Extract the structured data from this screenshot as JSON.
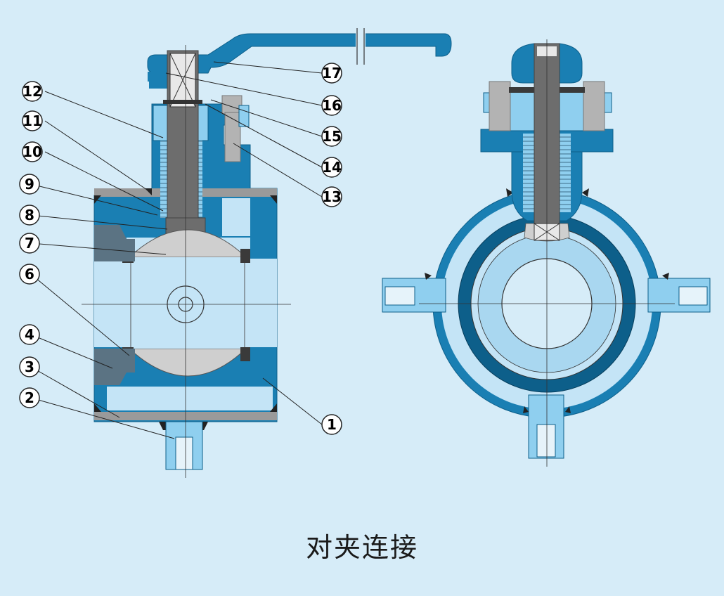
{
  "caption": "对夹连接",
  "part_labels": [
    "1",
    "2",
    "3",
    "4",
    "6",
    "7",
    "8",
    "9",
    "10",
    "11",
    "12",
    "13",
    "14",
    "15",
    "16",
    "17"
  ],
  "colors": {
    "background": "#d6ecf8",
    "body": "#1a7fb3",
    "light_blue": "#8fcfef",
    "pale_blue": "#c4e4f6",
    "dark_blue": "#0d5f8a",
    "ball": "#cfcfcf",
    "stem": "#6d6d6d",
    "seal": "#3a3a3a",
    "gland": "#b3b3b3",
    "insert": "#5b7383"
  }
}
